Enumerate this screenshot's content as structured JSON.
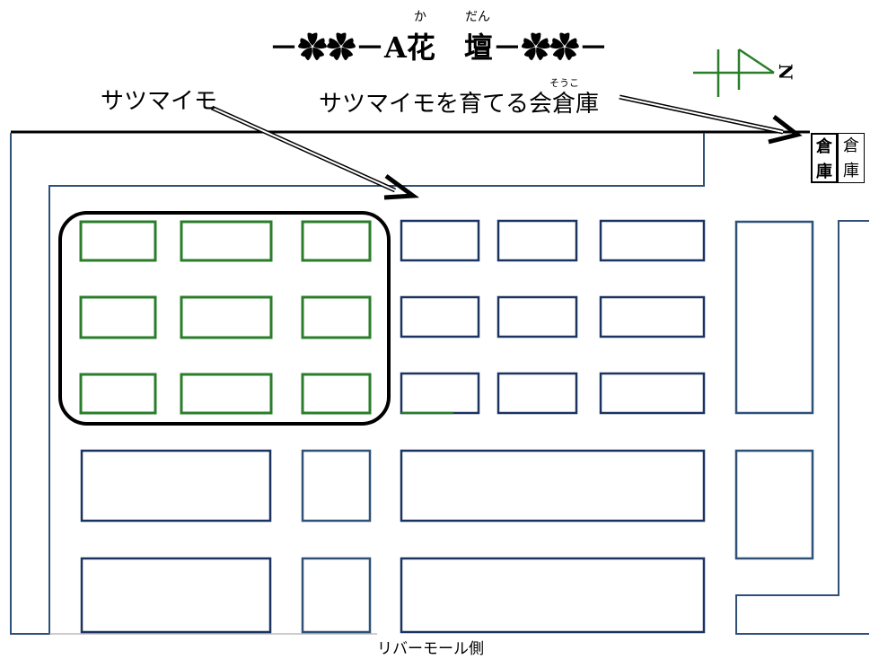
{
  "title": {
    "prefix": "－✿✿－",
    "text": "A花　壇",
    "suffix": "－✿✿－",
    "ruby_ka": "か",
    "ruby_dan": "だん"
  },
  "labels": {
    "sweet_potato": "サツマイモ",
    "shed_group": "サツマイモを育てる会倉庫",
    "shed_ruby": "そうこ",
    "river_mall": "リバーモール側",
    "north": "N"
  },
  "sheds": [
    {
      "top": "倉",
      "bottom": "庫"
    },
    {
      "top": "倉",
      "bottom": "庫"
    }
  ],
  "colors": {
    "outline": "#2f5178",
    "bed_navy": "#1b3360",
    "bed_green": "#2a7d2a",
    "highlight": "#000000"
  }
}
